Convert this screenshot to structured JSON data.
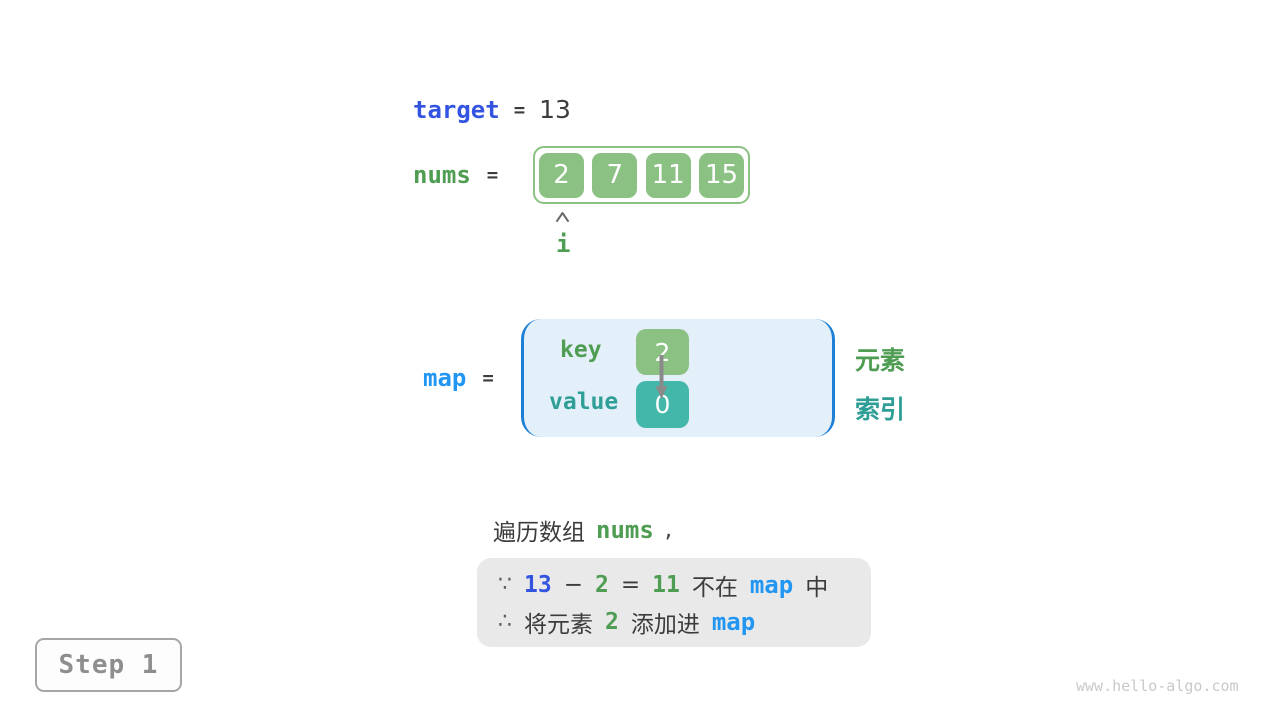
{
  "colors": {
    "royal_blue": "#3354e0",
    "azure_blue": "#2196f3",
    "green_text": "#4f9d53",
    "green_fill": "#8cc184",
    "teal_text": "#2f9e96",
    "teal_fill": "#44b7ab",
    "map_fill": "#e4f0f9",
    "bracket_blue": "#1d7fd6",
    "dark_text": "#3c3c3c",
    "arrow_gray": "#8a8a8a",
    "panel_gray": "#e9e9e9"
  },
  "target_line": {
    "name": "target",
    "equals": "=",
    "value": "13"
  },
  "nums_line": {
    "name": "nums",
    "equals": "=",
    "values": [
      "2",
      "7",
      "11",
      "15"
    ]
  },
  "pointer": {
    "label": "i"
  },
  "map_section": {
    "name": "map",
    "equals": "=",
    "key_label": "key",
    "key_value": "2",
    "value_label": "value",
    "value_value": "0",
    "element_label": "元素",
    "index_label": "索引"
  },
  "traverse_line": {
    "prefix": "遍历数组",
    "code": "nums",
    "suffix": ","
  },
  "inference": {
    "line1": [
      "∵",
      "13",
      "−",
      "2",
      "=",
      "11",
      "不在",
      "map",
      "中"
    ],
    "line2": [
      "∴",
      "将元素",
      "2",
      "添加进",
      "map"
    ]
  },
  "step_badge": {
    "label": "Step 1"
  },
  "watermark": "www.hello-algo.com"
}
